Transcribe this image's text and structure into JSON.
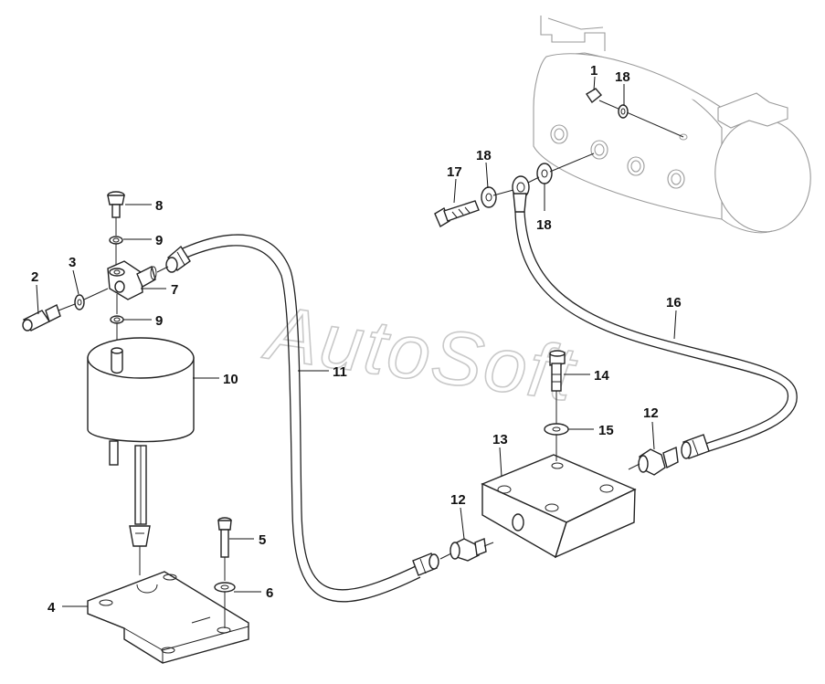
{
  "watermark": "AutoSoft",
  "labels": {
    "p1": "1",
    "p2": "2",
    "p3": "3",
    "p4": "4",
    "p5": "5",
    "p6": "6",
    "p7": "7",
    "p8": "8",
    "p9a": "9",
    "p9b": "9",
    "p10": "10",
    "p11": "11",
    "p12a": "12",
    "p12b": "12",
    "p13": "13",
    "p14": "14",
    "p15": "15",
    "p16": "16",
    "p17": "17",
    "p18a": "18",
    "p18b": "18",
    "p18c": "18"
  },
  "colors": {
    "line": "#222222",
    "tank": "#9a9a9a",
    "watermark": "#c9c9c9"
  }
}
